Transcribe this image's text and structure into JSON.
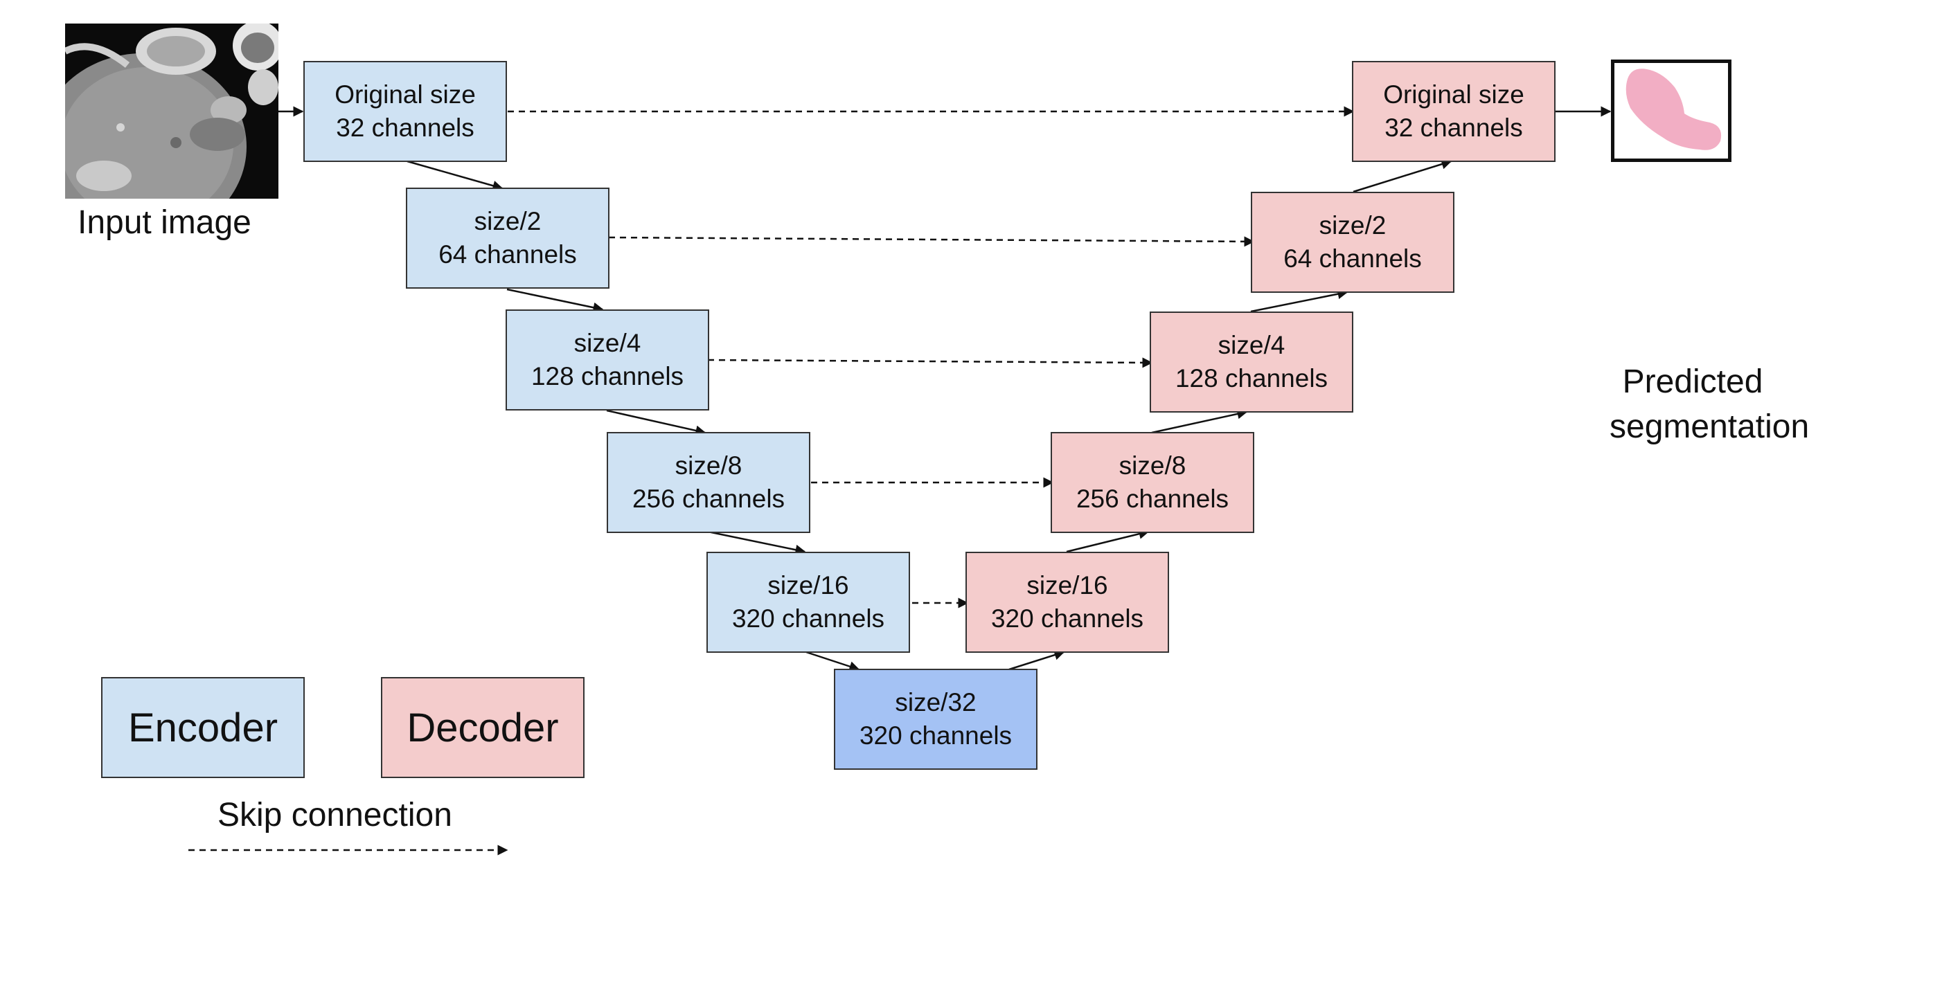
{
  "input": {
    "caption": "Input image"
  },
  "output": {
    "caption_line1": "Predicted",
    "caption_line2": "segmentation"
  },
  "encoder": [
    {
      "line1": "Original size",
      "line2": "32 channels"
    },
    {
      "line1": "size/2",
      "line2": "64 channels"
    },
    {
      "line1": "size/4",
      "line2": "128 channels"
    },
    {
      "line1": "size/8",
      "line2": "256 channels"
    },
    {
      "line1": "size/16",
      "line2": "320 channels"
    }
  ],
  "bottleneck": {
    "line1": "size/32",
    "line2": "320 channels"
  },
  "decoder": [
    {
      "line1": "Original size",
      "line2": "32 channels"
    },
    {
      "line1": "size/2",
      "line2": "64 channels"
    },
    {
      "line1": "size/4",
      "line2": "128 channels"
    },
    {
      "line1": "size/8",
      "line2": "256 channels"
    },
    {
      "line1": "size/16",
      "line2": "320 channels"
    }
  ],
  "legend": {
    "encoder_label": "Encoder",
    "decoder_label": "Decoder",
    "skip_label": "Skip connection"
  },
  "colors": {
    "encoder": "#cfe2f3",
    "decoder": "#f4cccc",
    "bottleneck": "#a4c2f4",
    "segmentation": "#f2aec4"
  }
}
